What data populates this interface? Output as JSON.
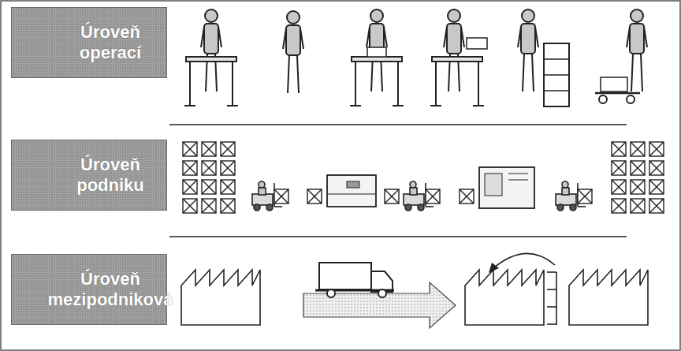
{
  "diagram": {
    "nodes": [
      {
        "text": [
          "Úroveň operací"
        ]
      },
      {
        "text": [
          "Úroveň podniku"
        ]
      },
      {
        "text": [
          "Úroveň mezipodniková"
        ]
      }
    ]
  }
}
